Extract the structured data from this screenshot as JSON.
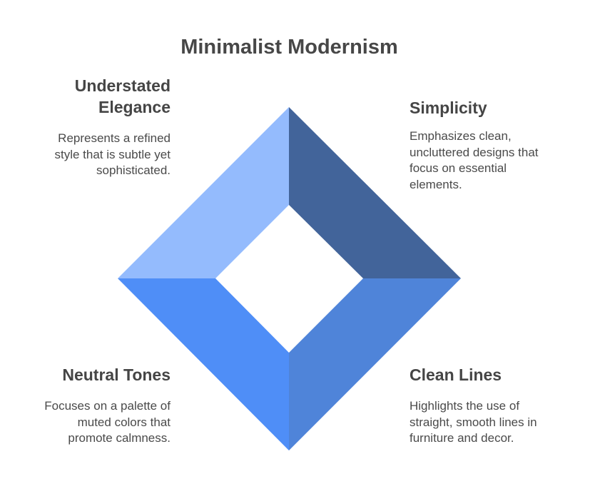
{
  "title": "Minimalist Modernism",
  "colors": {
    "top_left": "#94bbfd",
    "top_right": "#42649a",
    "bottom_left": "#4f8ef7",
    "bottom_right": "#4f84d9"
  },
  "segments": {
    "top_left": {
      "heading_line1": "Understated",
      "heading_line2": "Elegance",
      "desc_line1": "Represents a refined",
      "desc_line2": "style that is subtle yet",
      "desc_line3": "sophisticated."
    },
    "top_right": {
      "heading": "Simplicity",
      "desc_line1": "Emphasizes clean,",
      "desc_line2": "uncluttered designs that",
      "desc_line3": "focus on essential",
      "desc_line4": "elements."
    },
    "bottom_left": {
      "heading": "Neutral Tones",
      "desc_line1": "Focuses on a palette of",
      "desc_line2": "muted colors that",
      "desc_line3": "promote calmness."
    },
    "bottom_right": {
      "heading": "Clean Lines",
      "desc_line1": "Highlights the use of",
      "desc_line2": "straight, smooth lines in",
      "desc_line3": "furniture and decor."
    }
  }
}
